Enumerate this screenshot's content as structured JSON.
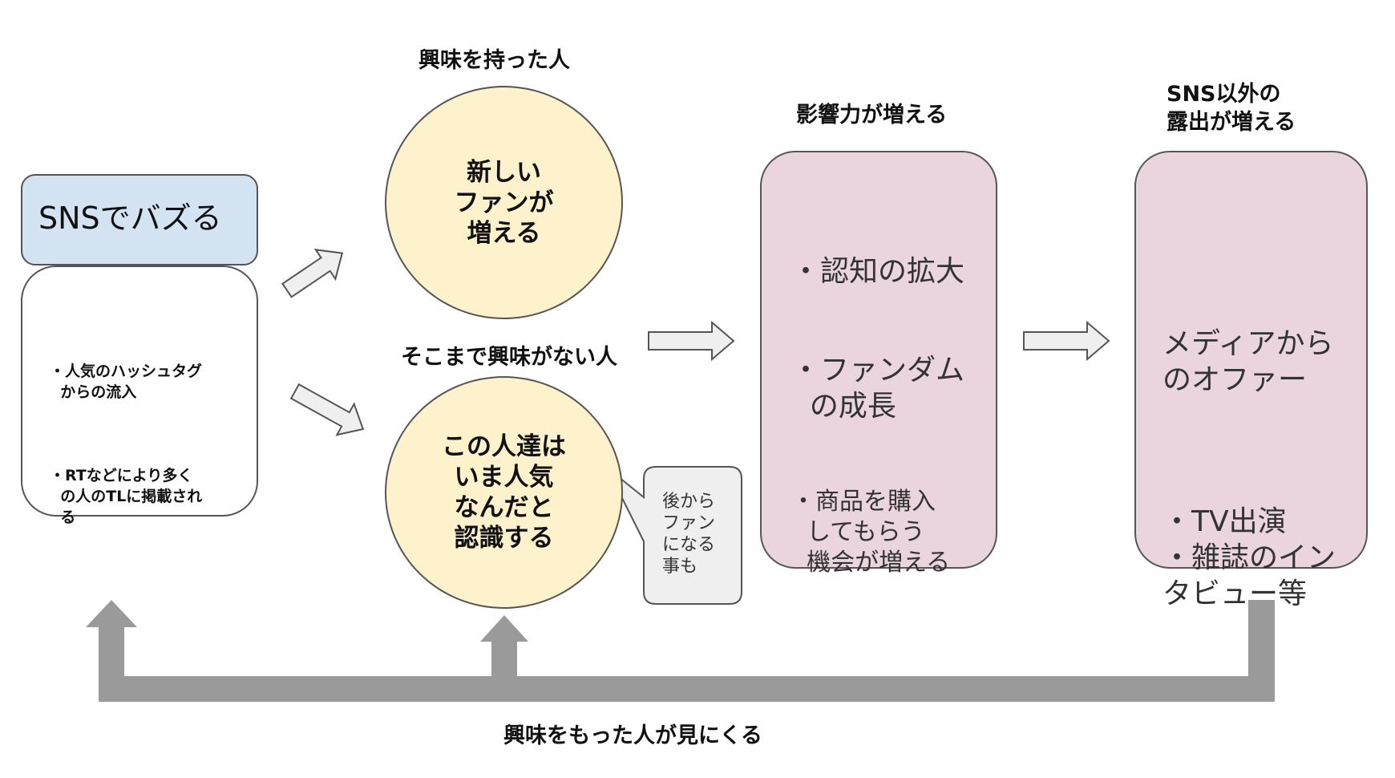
{
  "sns_buzz": {
    "title": "SNSでバズる",
    "items": [
      "・人気のハッシュタグ\n  からの流入",
      "・RTなどにより多く\n  の人のTLに掲載され\n  る"
    ]
  },
  "interested": {
    "label": "興味を持った人",
    "circle_text": "新しい\nファンが\n増える"
  },
  "not_interested": {
    "label": "そこまで興味がない人",
    "circle_text": "この人達は\nいま人気\nなんだと\n認識する",
    "callout": "後から\nファン\nになる\n事も"
  },
  "influence": {
    "label": "影響力が増える",
    "items": [
      "・認知の拡大",
      "・ファンダム\n  の成長",
      "・商品を購入\n  してもらう\n  機会が増える"
    ]
  },
  "exposure": {
    "label": "SNS以外の\n露出が増える",
    "items": [
      "メディアから\nのオファー",
      "・TV出演\n・雑誌のイン\nタビュー等"
    ]
  },
  "feedback": {
    "label": "興味をもった人が見にくる"
  },
  "colors": {
    "sns_header": "#d3e3f2",
    "circle_fill": "#fdf2cc",
    "pink_fill": "#ead5de",
    "arrow_gray": "#9a9a9a",
    "arrow_light": "#efefef"
  }
}
